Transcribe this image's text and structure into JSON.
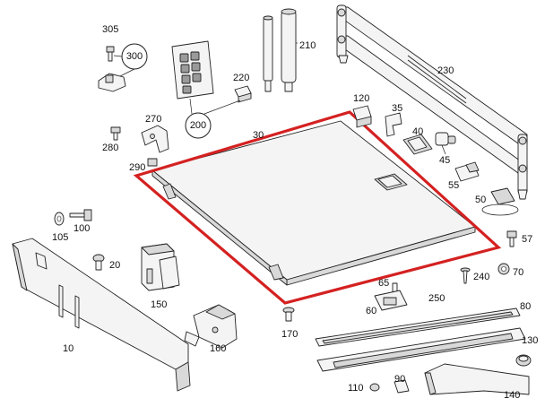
{
  "diagram": {
    "highlight_color": "#d42121",
    "highlighted_part": "30",
    "labels": {
      "p10": "10",
      "p20": "20",
      "p30": "30",
      "p35": "35",
      "p40": "40",
      "p45": "45",
      "p50": "50",
      "p55": "55",
      "p57": "57",
      "p60": "60",
      "p65": "65",
      "p70": "70",
      "p80": "80",
      "p90": "90",
      "p100": "100",
      "p105": "105",
      "p110": "110",
      "p120": "120",
      "p130": "130",
      "p140": "140",
      "p150": "150",
      "p160": "160",
      "p170": "170",
      "p200": "200",
      "p210": "210",
      "p220": "220",
      "p230": "230",
      "p240": "240",
      "p250": "250",
      "p270": "270",
      "p280": "280",
      "p290": "290",
      "p300": "300",
      "p305": "305"
    },
    "callout_circles": [
      "200",
      "300"
    ]
  }
}
